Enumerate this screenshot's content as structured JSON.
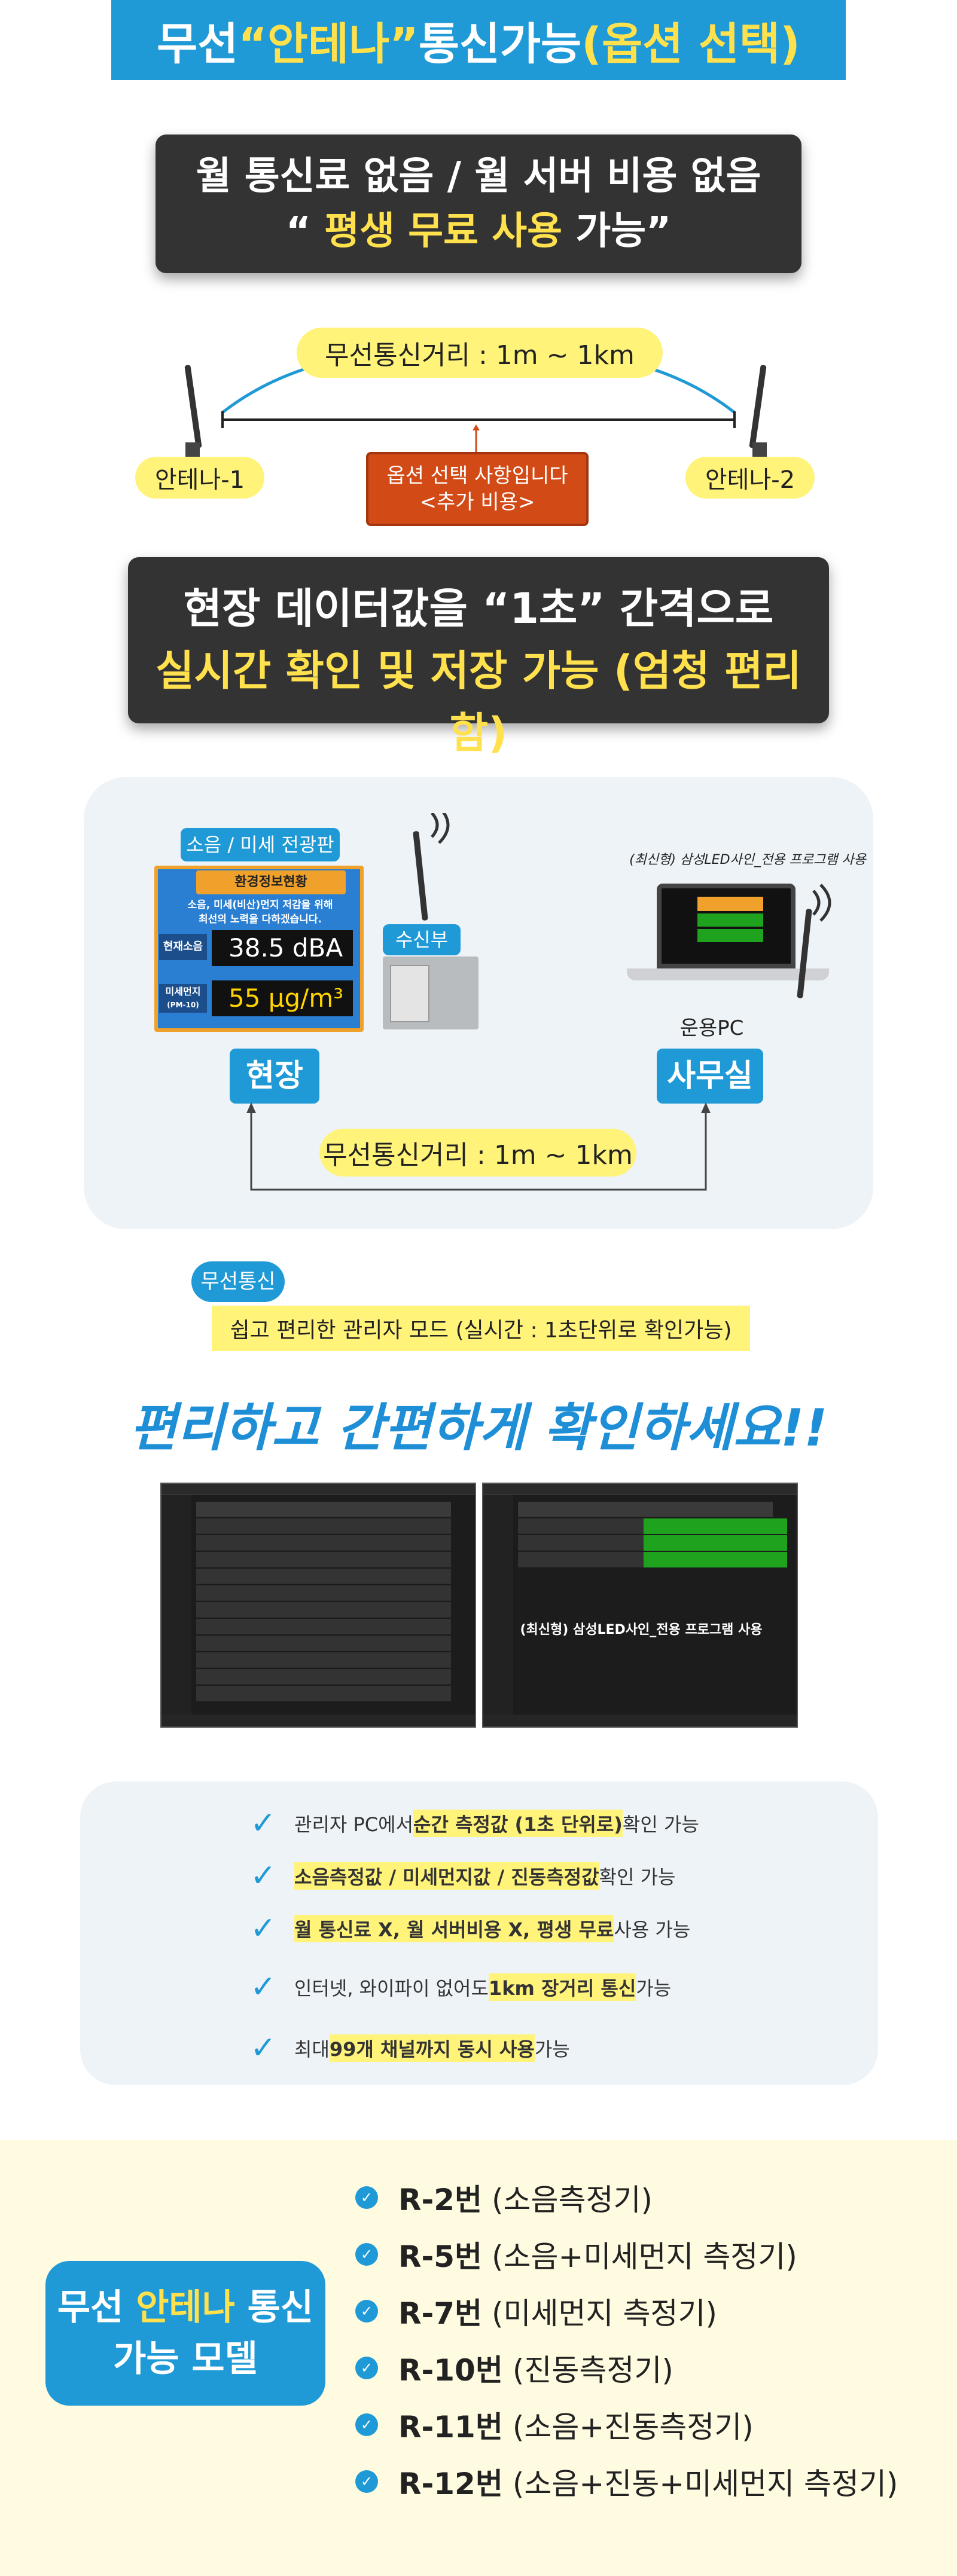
{
  "title": {
    "pre": "무선 ",
    "highlight": "“안테나”",
    "mid": " 통신가능 ",
    "option": "(옵션 선택)"
  },
  "fee_box": {
    "line1": "월 통신료 없음  /  월 서버 비용 없음",
    "line2_open": "“ ",
    "line2_highlight": "평생 무료 사용",
    "line2_rest": " 가능”"
  },
  "antenna_diagram": {
    "distance": "무선통신거리 : 1m ~ 1km",
    "antenna1": "안테나-1",
    "antenna2": "안테나-2",
    "option_line1": "옵션 선택 사항입니다",
    "option_line2": "<추가 비용>"
  },
  "realtime_box": {
    "line1": "현장 데이터값을 “1초” 간격으로",
    "line2": "실시간 확인 및 저장 가능 (엄청 편리함)"
  },
  "system_diagram": {
    "sign_label": "소음 / 미세 전광판",
    "receiver_label": "수신부",
    "laptop_caption": "(최신형) 삼성LED사인_전용 프로그램 사용",
    "ops_pc": "운용PC",
    "site": "현장",
    "office": "사무실",
    "distance": "무선통신거리 : 1m ~ 1km",
    "billboard": {
      "header": "환경정보현황",
      "text_line1": "소음, 미세(비산)먼지 저감을 위해",
      "text_line2": "최선의 노력을 다하겠습니다.",
      "row1_label": "현재소음",
      "row1_value": "38.5 dBA",
      "row2_label": "미세먼지",
      "row2_sub": "(PM-10)",
      "row2_value": "55 μg/m³"
    }
  },
  "wireless": {
    "tag": "무선통신",
    "admin_mode": "쉽고 편리한 관리자 모드 (실시간 : 1초단위로 확인가능)"
  },
  "slogan": "편리하고 간편하게 확인하세요!!",
  "screenshot2_caption": "(최신형) 삼성LED사인_전용 프로그램 사용",
  "checklist": [
    {
      "pre": "관리자 PC에서 ",
      "bold": "순간 측정값 (1초 단위로)",
      "post": " 확인 가능"
    },
    {
      "pre": "",
      "bold": "소음측정값 / 미세먼지값 / 진동측정값",
      "post": " 확인 가능"
    },
    {
      "pre": "",
      "bold": "월 통신료 X, 월 서버비용 X, 평생 무료",
      "post": " 사용 가능"
    },
    {
      "pre": "인터넷, 와이파이 없어도 ",
      "bold": "1km 장거리 통신",
      "post": " 가능"
    },
    {
      "pre": "최대 ",
      "bold": "99개 채널까지 동시 사용",
      "post": " 가능"
    }
  ],
  "models_box": {
    "line1_pre": "무선 ",
    "line1_highlight": "안테나",
    "line1_post": " 통신",
    "line2": "가능 모델"
  },
  "models": [
    {
      "code": "R-2번",
      "desc": "(소음측정기)"
    },
    {
      "code": "R-5번",
      "desc": "(소음+미세먼지 측정기)"
    },
    {
      "code": "R-7번",
      "desc": "(미세먼지 측정기)"
    },
    {
      "code": "R-10번",
      "desc": "(진동측정기)"
    },
    {
      "code": "R-11번",
      "desc": "(소음+진동측정기)"
    },
    {
      "code": "R-12번",
      "desc": "(소음+진동+미세먼지 측정기)"
    }
  ],
  "colors": {
    "accent_blue": "#1f9ad6",
    "highlight_yellow": "#fff37a",
    "title_yellow": "#ffe14d",
    "dark_box": "#333333",
    "option_orange": "#d24a16"
  }
}
